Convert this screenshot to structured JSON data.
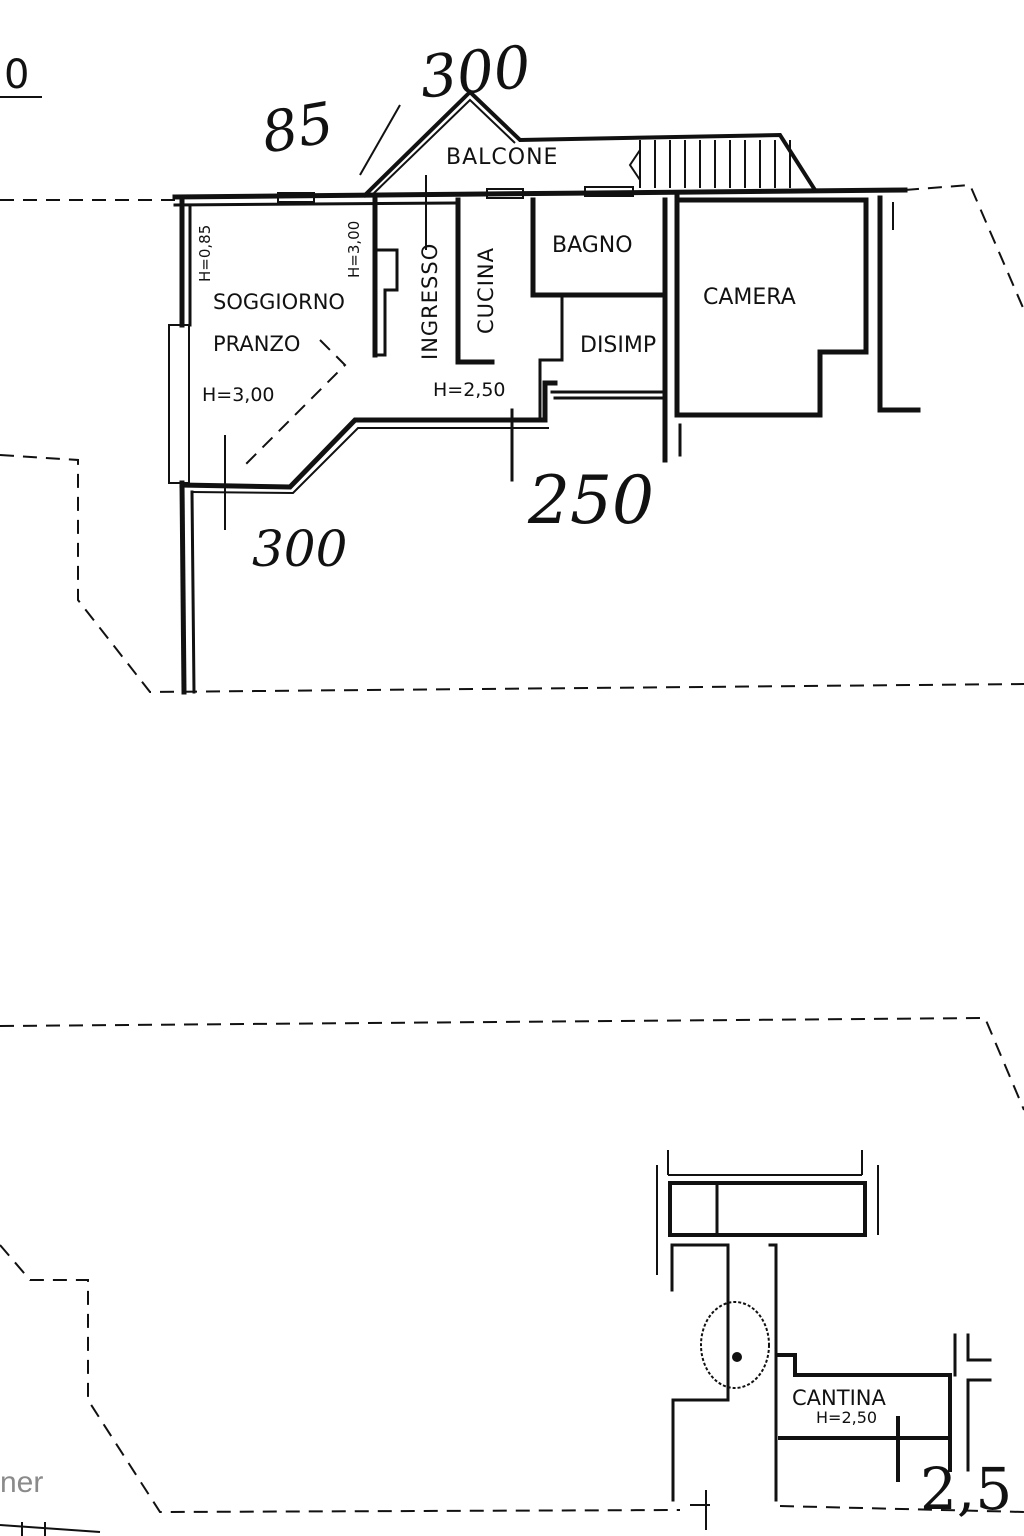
{
  "document": {
    "type": "floor-plan",
    "top_left_fragment": "0",
    "watermark_fragment": "ner"
  },
  "upper_floor": {
    "rooms": [
      {
        "id": "soggiorno",
        "label_line1": "SOGGIORNO",
        "label_line2": "PRANZO",
        "height_label": "H=3,00"
      },
      {
        "id": "ingresso",
        "label": "INGRESSO"
      },
      {
        "id": "cucina",
        "label": "CUCINA",
        "height_label": "H=2,50"
      },
      {
        "id": "bagno",
        "label": "BAGNO"
      },
      {
        "id": "disimpegno",
        "label": "DISIMP"
      },
      {
        "id": "camera",
        "label": "CAMERA"
      },
      {
        "id": "balcone",
        "label": "BALCONE"
      }
    ],
    "window_heights": {
      "left": "H=0,85",
      "door": "H=3,00"
    },
    "handwritten_dimensions": {
      "top_left": "85",
      "top_center": "300",
      "bottom_left": "300",
      "bottom_center": "250"
    }
  },
  "basement": {
    "rooms": [
      {
        "id": "cantina",
        "label": "CANTINA",
        "height_label": "H=2,50"
      }
    ],
    "handwritten_dimensions": {
      "bottom_right": "2,5"
    }
  }
}
